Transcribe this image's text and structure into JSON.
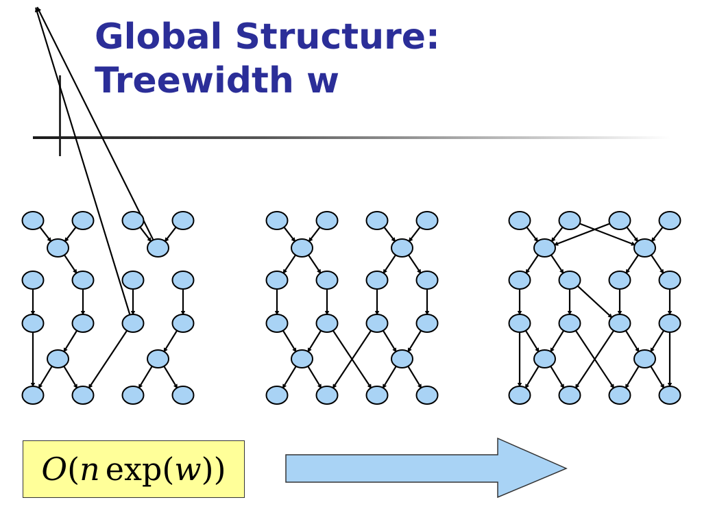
{
  "title": {
    "line1": "Global Structure:",
    "line2": "Treewidth w"
  },
  "formula": {
    "O": "O",
    "open1": "(",
    "n": "n",
    "exp": "exp",
    "open2": "(",
    "w": "w",
    "close": "))"
  },
  "colors": {
    "title": "#2b2e98",
    "node_fill": "#a9d3f5",
    "node_stroke": "#000000",
    "formula_bg": "#ffff99",
    "arrow_fill": "#a9d3f5"
  },
  "diagram": {
    "graphs": [
      {
        "name": "low-treewidth-graph",
        "edges": [
          [
            0,
            8
          ],
          [
            1,
            8
          ],
          [
            2,
            9
          ],
          [
            3,
            9
          ],
          [
            8,
            11
          ],
          [
            9,
            14
          ],
          [
            10,
            16
          ],
          [
            11,
            17
          ],
          [
            12,
            18
          ],
          [
            13,
            19
          ],
          [
            16,
            24
          ],
          [
            17,
            20
          ],
          [
            18,
            22
          ],
          [
            18,
            25
          ],
          [
            19,
            21
          ],
          [
            20,
            24
          ],
          [
            20,
            25
          ],
          [
            21,
            26
          ],
          [
            21,
            27
          ]
        ]
      },
      {
        "name": "medium-treewidth-graph",
        "edges": [
          [
            0,
            8
          ],
          [
            1,
            8
          ],
          [
            2,
            9
          ],
          [
            3,
            9
          ],
          [
            8,
            10
          ],
          [
            8,
            11
          ],
          [
            9,
            12
          ],
          [
            9,
            13
          ],
          [
            10,
            16
          ],
          [
            11,
            17
          ],
          [
            12,
            18
          ],
          [
            13,
            19
          ],
          [
            16,
            20
          ],
          [
            17,
            20
          ],
          [
            17,
            26
          ],
          [
            18,
            21
          ],
          [
            19,
            21
          ],
          [
            18,
            25
          ],
          [
            20,
            24
          ],
          [
            20,
            25
          ],
          [
            21,
            26
          ],
          [
            21,
            27
          ]
        ]
      },
      {
        "name": "high-treewidth-graph",
        "edges": [
          [
            0,
            8
          ],
          [
            1,
            8
          ],
          [
            2,
            9
          ],
          [
            3,
            9
          ],
          [
            1,
            9
          ],
          [
            2,
            8
          ],
          [
            8,
            10
          ],
          [
            8,
            11
          ],
          [
            9,
            12
          ],
          [
            9,
            13
          ],
          [
            10,
            16
          ],
          [
            11,
            17
          ],
          [
            11,
            18
          ],
          [
            12,
            18
          ],
          [
            13,
            19
          ],
          [
            16,
            20
          ],
          [
            17,
            20
          ],
          [
            18,
            21
          ],
          [
            19,
            21
          ],
          [
            16,
            24
          ],
          [
            19,
            27
          ],
          [
            20,
            24
          ],
          [
            20,
            25
          ],
          [
            21,
            26
          ],
          [
            21,
            27
          ],
          [
            17,
            26
          ],
          [
            18,
            25
          ]
        ]
      }
    ]
  }
}
